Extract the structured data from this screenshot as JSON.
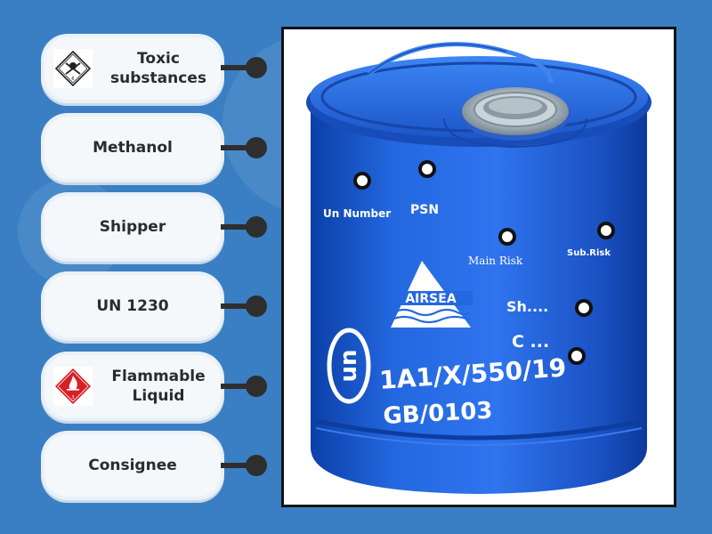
{
  "labels": [
    {
      "text": "Toxic\nsubstances",
      "icon": "toxic-hazard-icon"
    },
    {
      "text": "Methanol",
      "icon": null
    },
    {
      "text": "Shipper",
      "icon": null
    },
    {
      "text": "UN 1230",
      "icon": null
    },
    {
      "text": "Flammable\nLiquid",
      "icon": "flammable-hazard-icon"
    },
    {
      "text": "Consignee",
      "icon": null
    }
  ],
  "drum": {
    "un_number_label": "Un Number",
    "psn_label": "PSN",
    "main_risk_label": "Main Risk",
    "sub_risk_label": "Sub.Risk",
    "shipper_partial": "Sh....",
    "consignee_partial": "C ...",
    "logo_text": "AIRSEA",
    "un_symbol": "un",
    "code_line1": "1A1/X/550/19",
    "code_line2": "GB/0103"
  },
  "colors": {
    "background": "#3a7fc4",
    "drum_blue": "#1f5fd6",
    "hazard_red": "#d91f26"
  }
}
